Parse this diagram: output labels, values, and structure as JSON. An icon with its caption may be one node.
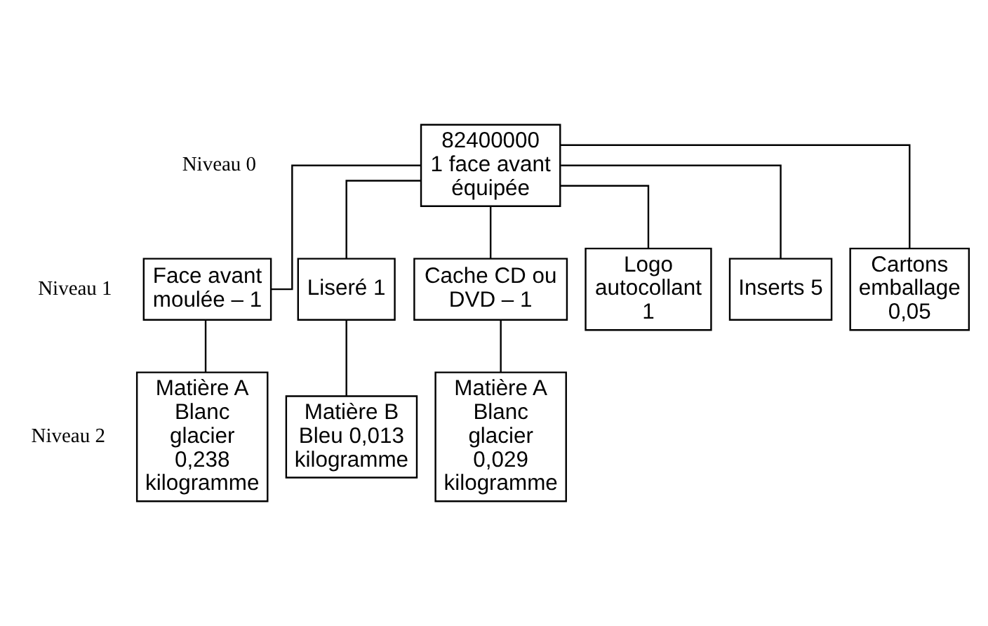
{
  "diagram": {
    "nodes": [
      {
        "text": [
          "82400000",
          "1 face avant équipée"
        ]
      },
      {
        "text": [
          "Face avant moulée – 1"
        ]
      },
      {
        "text": [
          "Liseré 1"
        ]
      },
      {
        "text": [
          "Cache CD ou DVD – 1"
        ]
      },
      {
        "text": [
          "Logo autocollant 1"
        ]
      },
      {
        "text": [
          "Inserts 5"
        ]
      },
      {
        "text": [
          "Cartons emballage 0,05"
        ]
      },
      {
        "text": [
          "Matière A Blanc glacier 0,238 kilogramme"
        ]
      },
      {
        "text": [
          "Matière B Bleu 0,013 kilogramme"
        ]
      },
      {
        "text": [
          "Matière A Blanc glacier 0,029 kilogramme"
        ]
      }
    ],
    "edges": [
      {
        "from": 0,
        "to": 1,
        "arrow": "none"
      },
      {
        "from": 0,
        "to": 2,
        "arrow": "none"
      },
      {
        "from": 0,
        "to": 3,
        "arrow": "none"
      },
      {
        "from": 0,
        "to": 4,
        "arrow": "none"
      },
      {
        "from": 0,
        "to": 5,
        "arrow": "none"
      },
      {
        "from": 0,
        "to": 6,
        "arrow": "none"
      },
      {
        "from": 1,
        "to": 7,
        "arrow": "none"
      },
      {
        "from": 2,
        "to": 8,
        "arrow": "none"
      },
      {
        "from": 3,
        "to": 9,
        "arrow": "none"
      }
    ],
    "labels": [
      "Niveau 0",
      "Niveau 1",
      "Niveau 2"
    ]
  }
}
